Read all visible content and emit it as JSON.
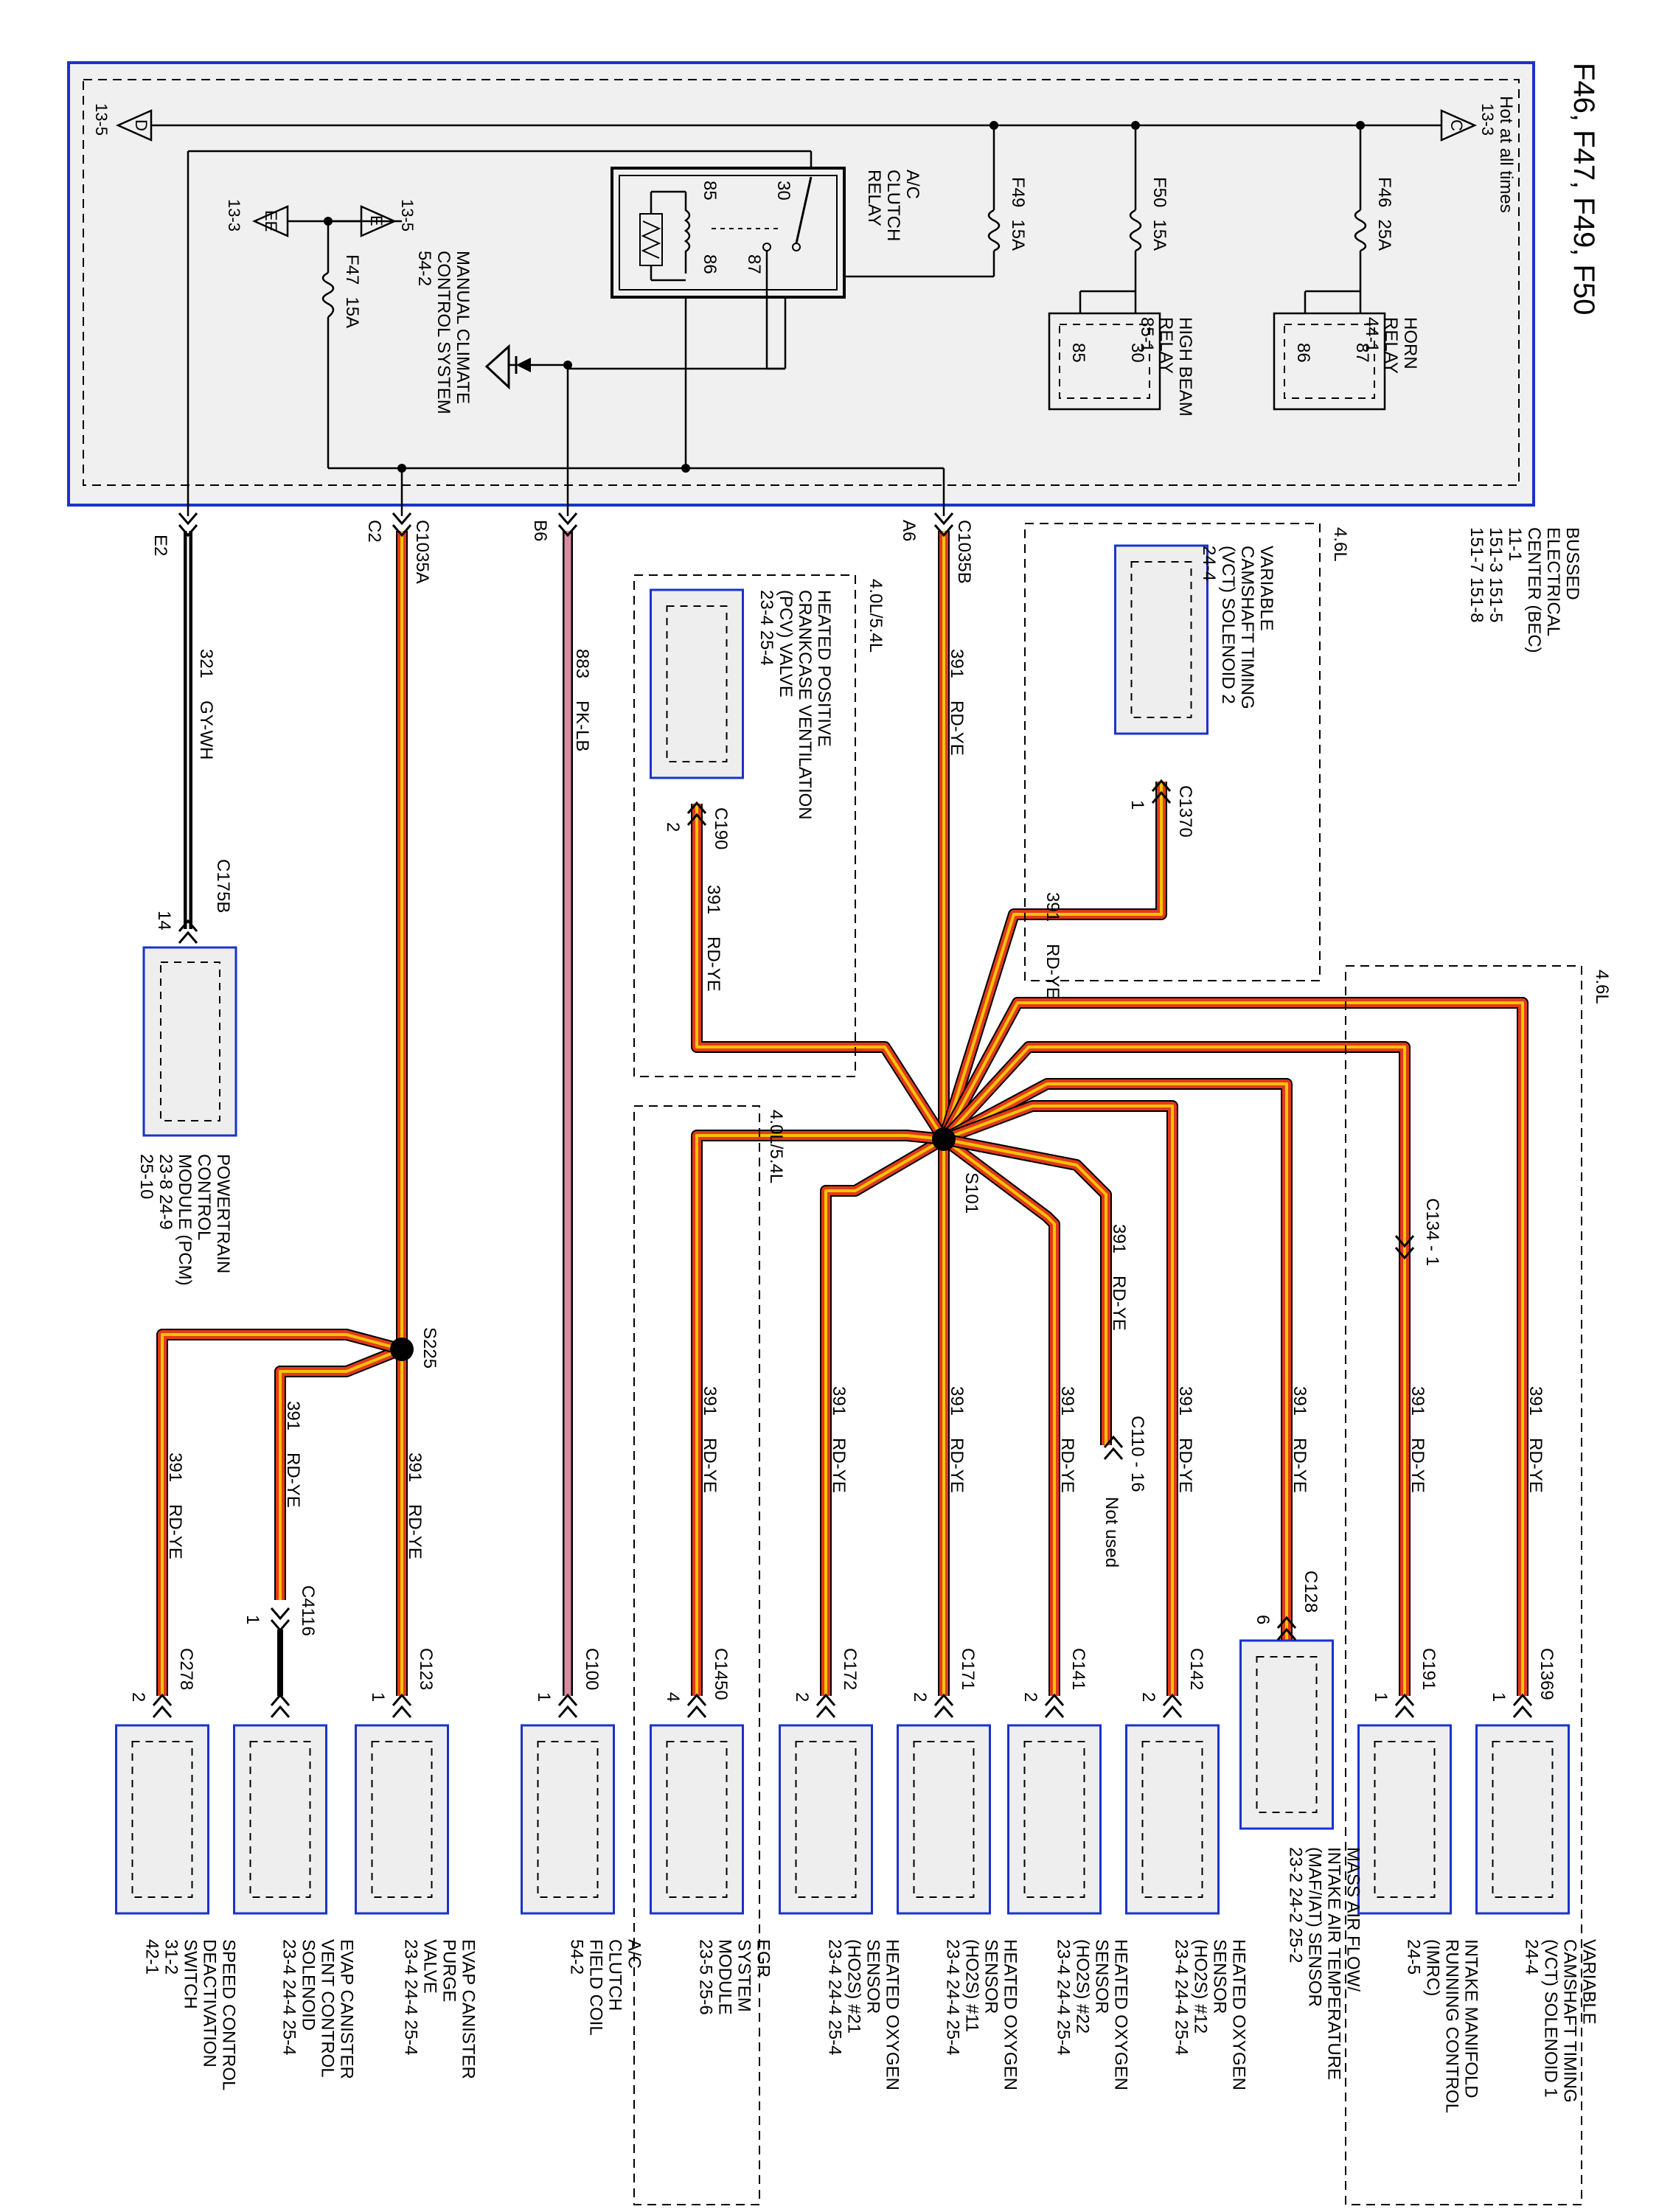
{
  "title": "F46, F47, F49, F50",
  "bec": {
    "hot_label": "Hot at all times",
    "lines": [
      "BUSSED",
      "ELECTRICAL",
      "CENTER (BEC)",
      "11-1",
      "151-3   151-5",
      "151-7   151-8"
    ],
    "refs": {
      "c": "C",
      "c_page": "13-3",
      "d": "D",
      "d_page": "13-5",
      "e": "E",
      "e_page": "13-5",
      "ee": "EE",
      "ee_page": "13-3"
    }
  },
  "fuses": {
    "f46": {
      "name": "F46",
      "rating": "25A"
    },
    "f50": {
      "name": "F50",
      "rating": "15A"
    },
    "f49": {
      "name": "F49",
      "rating": "15A"
    },
    "f47": {
      "name": "F47",
      "rating": "15A"
    }
  },
  "relays": {
    "horn": {
      "lines": [
        "HORN",
        "RELAY",
        "44-1"
      ],
      "p1": "87",
      "p2": "86"
    },
    "high_beam": {
      "lines": [
        "HIGH BEAM",
        "RELAY",
        "85-1"
      ],
      "p1": "30",
      "p2": "85"
    },
    "ac_clutch": {
      "lines": [
        "A/C",
        "CLUTCH",
        "RELAY"
      ],
      "p30": "30",
      "p85": "85",
      "p86": "86",
      "p87": "87"
    }
  },
  "manual_climate": {
    "lines": [
      "MANUAL CLIMATE",
      "CONTROL SYSTEM",
      "54-2"
    ]
  },
  "bec_connectors": {
    "c1035b": "C1035B",
    "a6": "A6",
    "b6": "B6",
    "c1035a": "C1035A",
    "c2": "C2",
    "e2": "E2"
  },
  "wires": {
    "main": {
      "circuit": "391",
      "color": "RD-YE"
    },
    "gy_wh": {
      "circuit": "321",
      "color": "GY-WH"
    },
    "pk_lb": {
      "circuit": "883",
      "color": "PK-LB"
    }
  },
  "splices": {
    "s101": "S101",
    "s225": "S225"
  },
  "groups": {
    "g46a": "4.6L",
    "g46b": "4.6L",
    "g4054a": "4.0L/5.4L",
    "g4054b": "4.0L/5.4L"
  },
  "misc": {
    "c110": "C110 - 16",
    "not_used": "Not used",
    "c134": "C134 - 1",
    "c175b": "C175B",
    "c175b_pin": "14",
    "c4116": "C4116",
    "c4116_pin": "1"
  },
  "components": [
    {
      "id": "vct2",
      "connector": "C1370",
      "pin": "1",
      "lines": [
        "VARIABLE",
        "CAMSHAFT TIMING",
        "(VCT) SOLENOID 2",
        "24-4"
      ]
    },
    {
      "id": "pcv",
      "connector": "C190",
      "pin": "2",
      "lines": [
        "HEATED POSITIVE",
        "CRANKCASE VENTILATION",
        "(PCV) VALVE",
        "23-4   25-4"
      ]
    },
    {
      "id": "vct1",
      "connector": "C1369",
      "pin": "1",
      "lines": [
        "VARIABLE",
        "CAMSHAFT TIMING",
        "(VCT) SOLENOID 1",
        "24-4"
      ]
    },
    {
      "id": "imrc",
      "connector": "C191",
      "pin": "1",
      "lines": [
        "INTAKE MANIFOLD",
        "RUNNING CONTROL",
        "(IMRC)",
        "24-5"
      ]
    },
    {
      "id": "maf",
      "connector": "C128",
      "pin": "6",
      "lines": [
        "MASS AIR FLOW/",
        "INTAKE AIR TEMPERATURE",
        "(MAF/IAT) SENSOR",
        "23-2   24-2   25-2"
      ]
    },
    {
      "id": "ho2s12",
      "connector": "C142",
      "pin": "2",
      "lines": [
        "HEATED OXYGEN",
        "SENSOR",
        "(HO2S) #12",
        "23-4   24-4   25-4"
      ]
    },
    {
      "id": "ho2s22",
      "connector": "C141",
      "pin": "2",
      "lines": [
        "HEATED OXYGEN",
        "SENSOR",
        "(HO2S) #22",
        "23-4   24-4   25-4"
      ]
    },
    {
      "id": "ho2s11",
      "connector": "C171",
      "pin": "2",
      "lines": [
        "HEATED OXYGEN",
        "SENSOR",
        "(HO2S) #11",
        "23-4   24-4   25-4"
      ]
    },
    {
      "id": "ho2s21",
      "connector": "C172",
      "pin": "2",
      "lines": [
        "HEATED OXYGEN",
        "SENSOR",
        "(HO2S) #21",
        "23-4   24-4   25-4"
      ]
    },
    {
      "id": "egr",
      "connector": "C1450",
      "pin": "4",
      "lines": [
        "EGR",
        "SYSTEM",
        "MODULE",
        "23-5   25-6"
      ]
    },
    {
      "id": "acclutch",
      "connector": "C100",
      "pin": "1",
      "lines": [
        "A/C",
        "CLUTCH",
        "FIELD COIL",
        "54-2"
      ]
    },
    {
      "id": "purge",
      "connector": "C123",
      "pin": "1",
      "lines": [
        "EVAP CANISTER",
        "PURGE",
        "VALVE",
        "23-4   24-4   25-4"
      ]
    },
    {
      "id": "vent",
      "connector": "",
      "pin": "",
      "lines": [
        "EVAP CANISTER",
        "VENT CONTROL",
        "SOLENOID",
        "23-4   24-4   25-4"
      ]
    },
    {
      "id": "speed",
      "connector": "C278",
      "pin": "2",
      "lines": [
        "SPEED CONTROL",
        "DEACTIVATION",
        "SWITCH",
        "31-2",
        "42-1"
      ]
    },
    {
      "id": "pcm",
      "connector": "",
      "pin": "",
      "lines": [
        "POWERTRAIN",
        "CONTROL",
        "MODULE (PCM)",
        "23-8   24-9",
        "25-10"
      ]
    }
  ]
}
